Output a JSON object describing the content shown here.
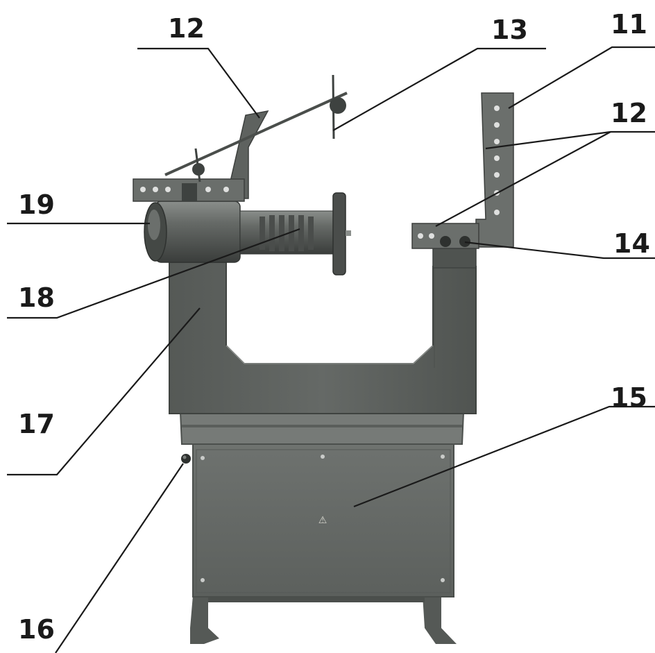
{
  "callouts": {
    "c12_top": "12",
    "c13": "13",
    "c11": "11",
    "c12_right": "12",
    "c19": "19",
    "c14": "14",
    "c18": "18",
    "c15": "15",
    "c17": "17",
    "c16": "16"
  },
  "machine": {
    "body_color": "#5f6360",
    "dark_color": "#3e423f",
    "light_color": "#7c807d",
    "warning_symbol": "⚠"
  }
}
